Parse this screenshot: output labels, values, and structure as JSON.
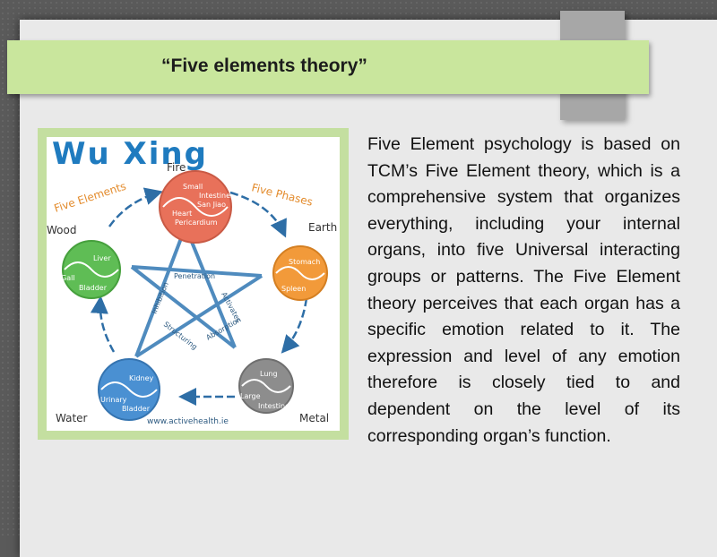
{
  "slide": {
    "title": "“Five elements theory”",
    "paragraph": "Five Element psychology is based on TCM’s Five Element theory, which is a comprehensive system that organizes everything, including your internal organs, into five Universal interacting groups or patterns. The Five Element theory perceives that each organ has a specific emotion related to it. The expression and level of any emotion therefore is closely tied to and dependent on the level of its corresponding organ’s function."
  },
  "diagram": {
    "heading": "Wu Xing",
    "left_caption": "Five Elements",
    "right_caption": "Five Phases",
    "website": "www.activehealth.ie",
    "elements": {
      "fire": {
        "name": "Fire",
        "organs": [
          "Small",
          "Intestine",
          "San Jiao",
          "Heart",
          "Pericardium"
        ]
      },
      "earth": {
        "name": "Earth",
        "organs": [
          "Stomach",
          "Spleen"
        ]
      },
      "metal": {
        "name": "Metal",
        "organs": [
          "Lung",
          "Large",
          "Intestine"
        ]
      },
      "water": {
        "name": "Water",
        "organs": [
          "Kidney",
          "Urinary",
          "Bladder"
        ]
      },
      "wood": {
        "name": "Wood",
        "organs": [
          "Liver",
          "Gall",
          "Bladder"
        ]
      }
    },
    "star_labels": [
      "Penetration",
      "Activates",
      "Absorption",
      "Structuring",
      "Inhibition"
    ],
    "colors": {
      "fire": "#e8715a",
      "earth": "#f29a3a",
      "metal": "#8d8d8d",
      "water": "#4a90d2",
      "wood": "#5fbd55",
      "arrow": "#2e6ea6",
      "heading": "#1f7bbf",
      "caption": "#e38b2c"
    }
  }
}
